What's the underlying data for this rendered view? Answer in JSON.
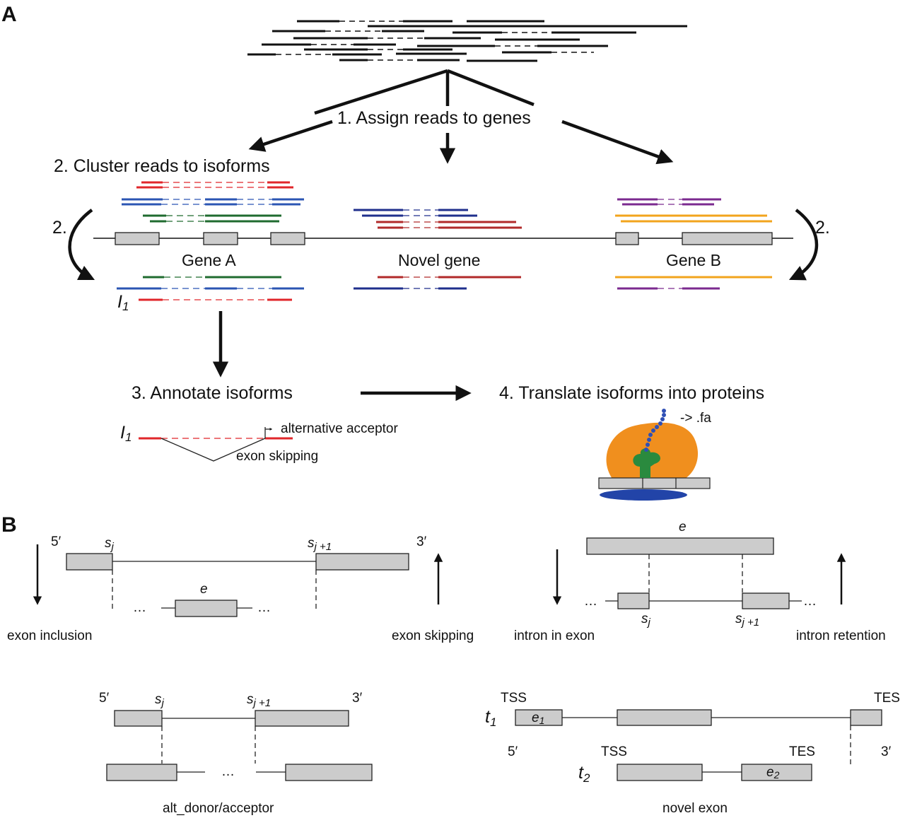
{
  "panel_a": {
    "label": "A",
    "step1": "1. Assign reads to genes",
    "step2": "2. Cluster reads to isoforms",
    "step2_short": "2.",
    "step3": "3. Annotate isoforms",
    "step4": "4. Translate isoforms into proteins",
    "gene_a": "Gene A",
    "novel_gene": "Novel gene",
    "gene_b": "Gene B",
    "isoform_label": "I",
    "isoform_sub": "1",
    "alt_acceptor": "alternative acceptor",
    "exon_skipping": "exon skipping",
    "fasta": "-> .fa",
    "colors": {
      "red": "#e0262a",
      "blue": "#2b55b3",
      "green": "#1f6b2f",
      "navy": "#1f2f8c",
      "darkred": "#b12a2a",
      "purple": "#7b2a8f",
      "orange": "#f2a41d",
      "ribosome": "#f08f1e",
      "trna": "#2a8a3e",
      "mrna_blob": "#2244a8",
      "peptide": "#2f4fb5",
      "exon_fill": "#cccccc"
    }
  },
  "panel_b": {
    "label": "B",
    "five_prime": "5′",
    "three_prime": "3′",
    "s": "s",
    "sub_j": "j",
    "sub_j1": "j +1",
    "e": "e",
    "dots": "…",
    "exon_inclusion": "exon inclusion",
    "exon_skipping": "exon skipping",
    "intron_in_exon": "intron in exon",
    "intron_retention": "intron retention",
    "alt_donor_acceptor": "alt_donor/acceptor",
    "novel_exon": "novel exon",
    "tss": "TSS",
    "tes": "TES",
    "t": "t",
    "sub_1": "1",
    "sub_2": "2"
  }
}
